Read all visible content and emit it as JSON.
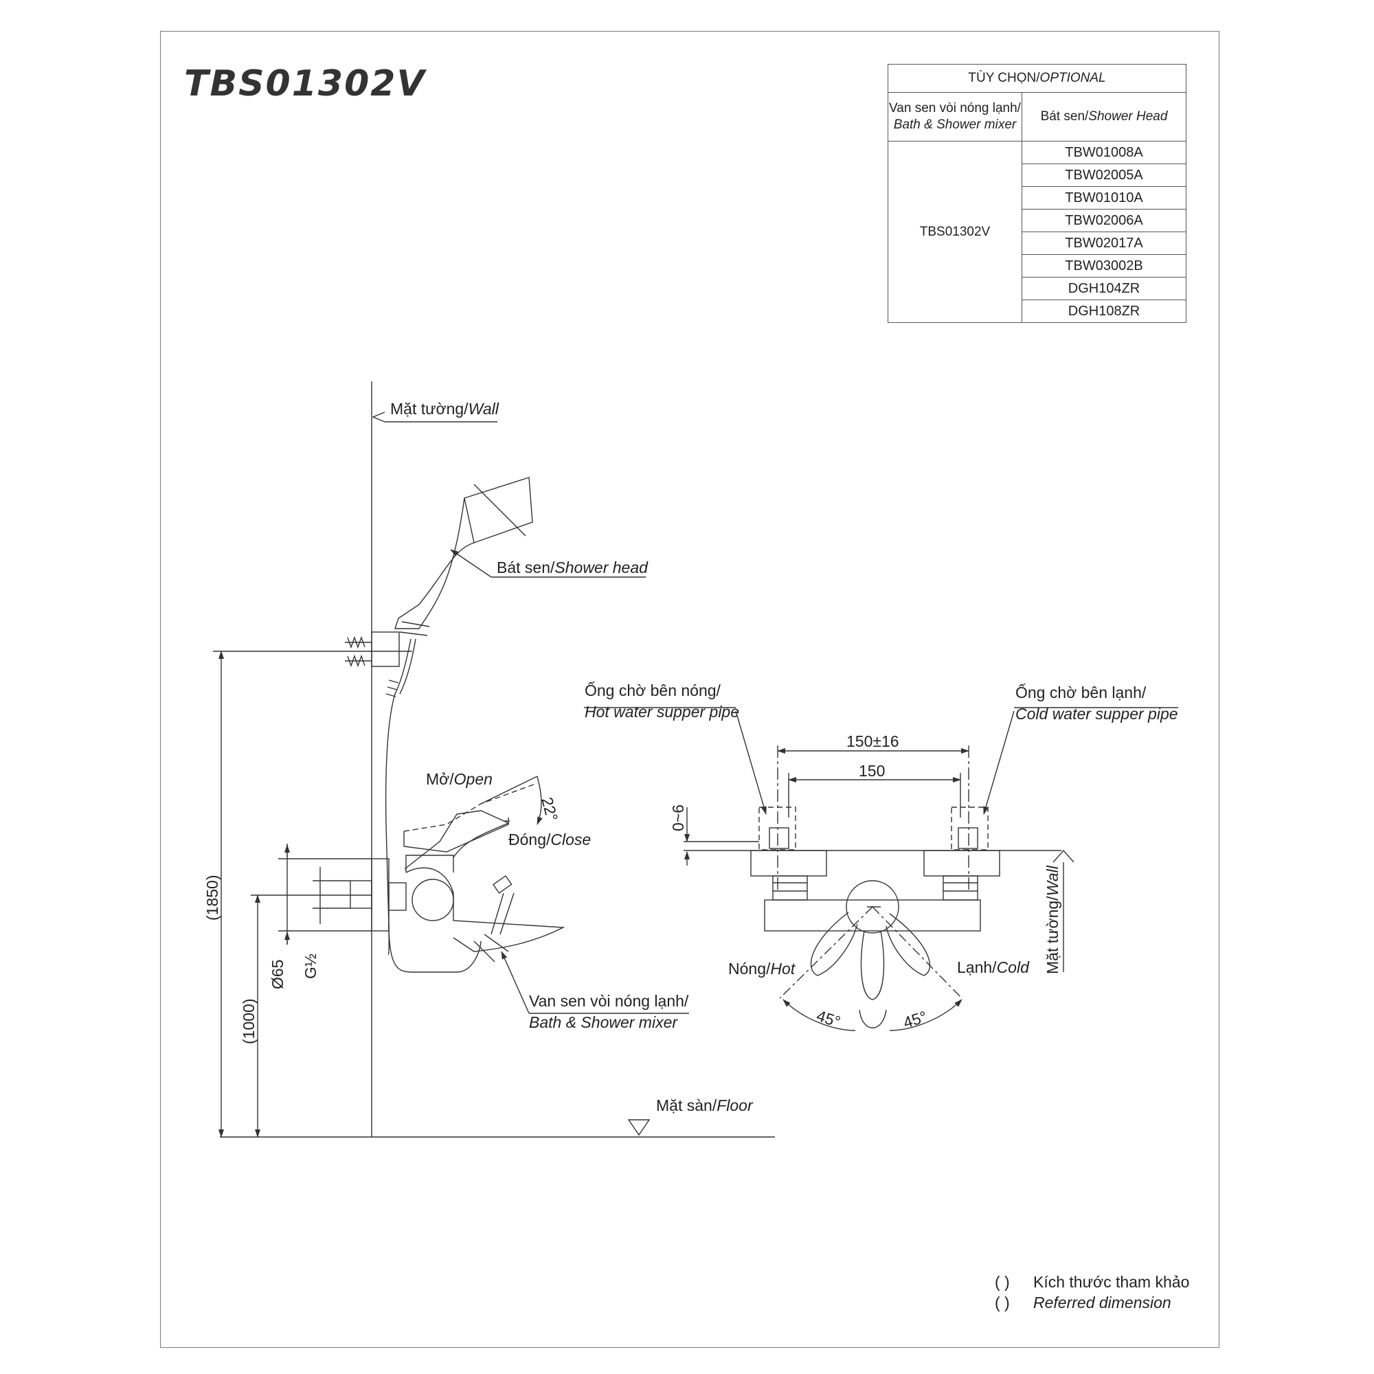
{
  "title": "TBS01302V",
  "options_table": {
    "header": {
      "vi": "TÙY CHỌN/",
      "en": "OPTIONAL"
    },
    "col1": {
      "vi": "Van sen vòi nóng lạnh/",
      "en": "Bath & Shower mixer"
    },
    "col2": {
      "vi": "Bát sen/",
      "en": "Shower Head"
    },
    "mixer_model": "TBS01302V",
    "shower_heads": [
      "TBW01008A",
      "TBW02005A",
      "TBW01010A",
      "TBW02006A",
      "TBW02017A",
      "TBW03002B",
      "DGH104ZR",
      "DGH108ZR"
    ]
  },
  "labels": {
    "wall_top": {
      "vi": "Mặt tường/",
      "en": "Wall"
    },
    "shower_head": {
      "vi": "Bát sen/",
      "en": "Shower head"
    },
    "open": {
      "vi": "Mở/",
      "en": "Open"
    },
    "close": {
      "vi": "Đóng/",
      "en": "Close"
    },
    "mixer": {
      "vi": "Van sen vòi nóng lạnh/",
      "en": "Bath & Shower mixer"
    },
    "floor": {
      "vi": "Mặt sàn/",
      "en": "Floor"
    },
    "hot_pipe": {
      "vi": "Ống chờ bên nóng/",
      "en": "Hot water supper pipe"
    },
    "cold_pipe": {
      "vi": "Ống chờ bên lạnh/",
      "en": "Cold water supper pipe"
    },
    "hot": {
      "vi": "Nóng/",
      "en": "Hot"
    },
    "cold": {
      "vi": "Lạnh/",
      "en": "Cold"
    },
    "wall_right": {
      "vi": "Mặt tường/",
      "en": "Wall"
    }
  },
  "dimensions": {
    "height_total": "(1850)",
    "height_mixer": "(1000)",
    "flange_dia": "Ø65",
    "thread": "G½",
    "angle_open": "22°",
    "spacing_range": "150±16",
    "spacing": "150",
    "wall_gap": "0~6",
    "angle_left": "45°",
    "angle_right": "45°"
  },
  "legend": {
    "line1": "Kích thước tham khảo",
    "line2": "Referred dimension",
    "paren": "(        )"
  }
}
